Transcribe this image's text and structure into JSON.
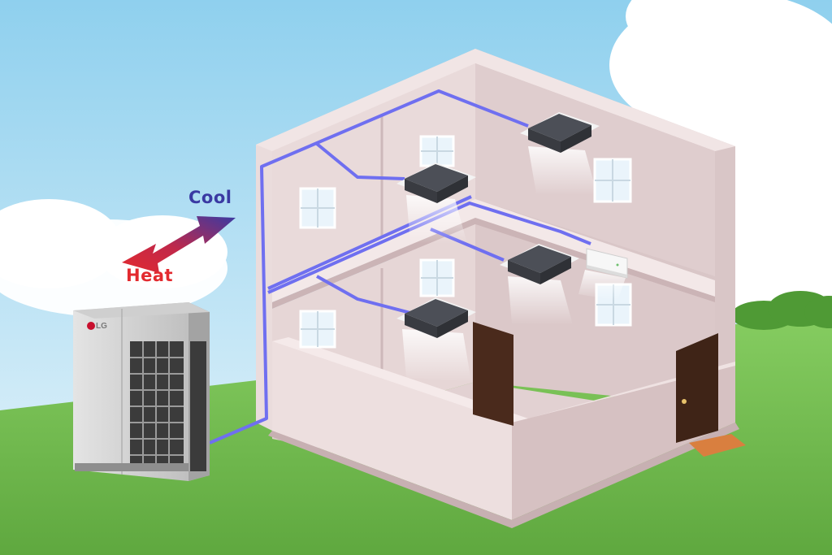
{
  "labels": {
    "cool": "Cool",
    "heat": "Heat"
  },
  "brand": {
    "logo_text": "LG"
  },
  "colors": {
    "cool": "#3a3aa3",
    "heat": "#e32a2f",
    "refrigerant_pipe": "#6f6ff0",
    "house_wall": "#e7d8d8",
    "grass": "#7cc55a",
    "sky": "#c9e6f6"
  },
  "icons": [
    "outdoor-unit-icon",
    "ceiling-cassette-icon",
    "wall-mounted-ac-icon",
    "door-icon",
    "window-icon",
    "double-arrow-icon"
  ]
}
